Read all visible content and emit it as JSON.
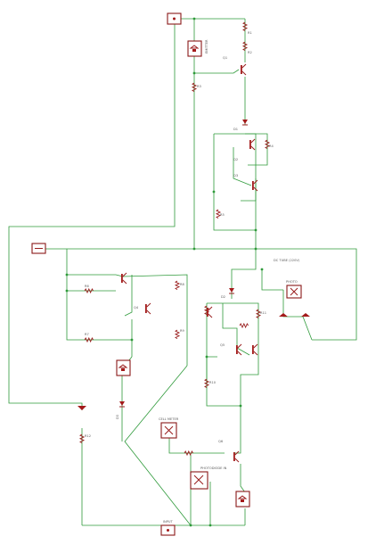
{
  "labels": {
    "emitter_label": "EMITTER",
    "photo_label": "PHOTO",
    "dc_tube": "DC TUBE (220V)",
    "cell_meter": "CELL METER",
    "photodiode_label": "PHOTODIODE IN",
    "input": "INPUT",
    "r1": "R1",
    "r2": "R2",
    "r3": "R3",
    "r4": "R4",
    "r5": "R5",
    "r6": "R6",
    "r7": "R7",
    "r8": "R8",
    "r9": "R9",
    "r10": "R10",
    "r11": "R11",
    "r12": "R12",
    "q1": "Q1",
    "q2": "Q2",
    "q3": "Q3",
    "q4": "Q4",
    "q5": "Q5",
    "q6": "Q6",
    "d1": "D1",
    "d2": "D2",
    "d3": "D3"
  }
}
